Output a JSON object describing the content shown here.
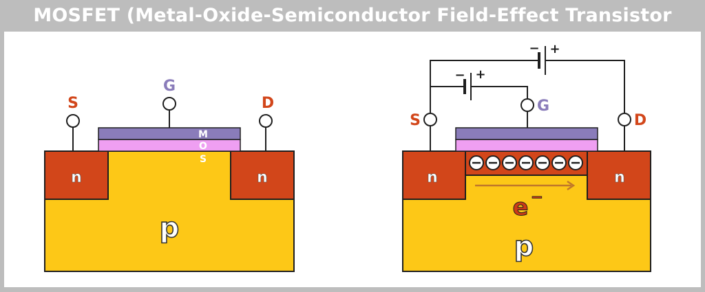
{
  "title": "MOSFET (Metal-Oxide-Semiconductor Field-Effect Transistor",
  "colors": {
    "substrate": "#fdc817",
    "n_region": "#d2461a",
    "metal": "#8a7cba",
    "oxide": "#ef9ff2",
    "wire": "#1e1e1e",
    "source_drain_label": "#d2461a",
    "gate_label": "#8a7cba",
    "electron": "#cc3b17",
    "arrow": "#c0782a",
    "banner": "#bdbdbd"
  },
  "left": {
    "terminal_source": "S",
    "terminal_gate": "G",
    "terminal_drain": "D",
    "layer_m": "M",
    "layer_o": "O",
    "layer_s": "S",
    "region_n_left": "n",
    "region_n_right": "n",
    "region_p": "p"
  },
  "right": {
    "terminal_source": "S",
    "terminal_gate": "G",
    "terminal_drain": "D",
    "battery_top_minus": "−",
    "battery_top_plus": "+",
    "battery_gate_minus": "−",
    "battery_gate_plus": "+",
    "region_n_left": "n",
    "region_n_right": "n",
    "region_p": "p",
    "electron_label": "e",
    "electron_sup": "−",
    "channel_charge": "⊖",
    "channel_charge_count": 7
  }
}
